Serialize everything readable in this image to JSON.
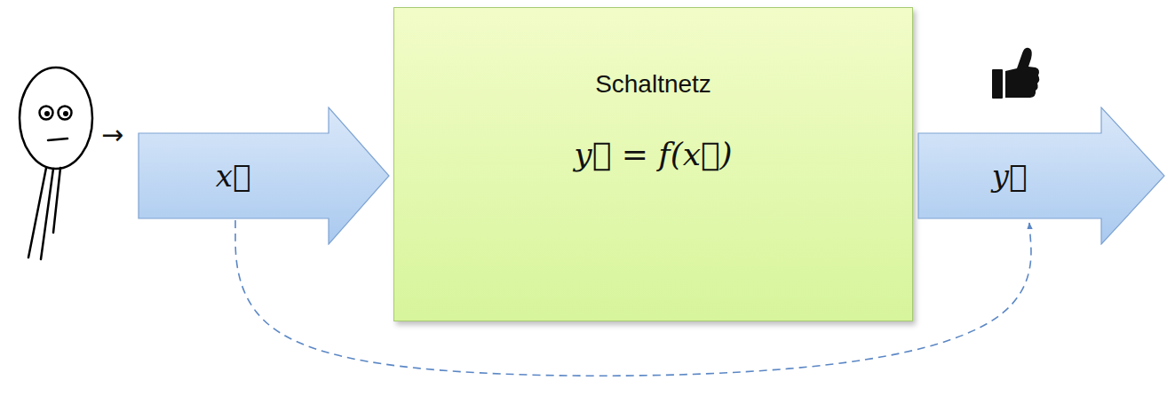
{
  "diagram": {
    "nodes": [
      {
        "text": [
          "x⃗"
        ]
      },
      {
        "text": [
          "Schaltnetz",
          "y⃗ = f(x⃗)"
        ]
      },
      {
        "text": [
          "y⃗"
        ]
      }
    ],
    "edges": [
      {
        "from": 0,
        "to": 2,
        "arrow": "to"
      }
    ],
    "labels": [
      "→"
    ]
  }
}
